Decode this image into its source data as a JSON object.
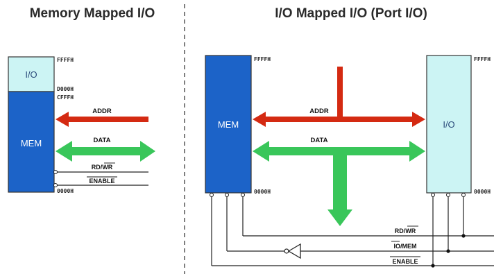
{
  "left": {
    "title": "Memory Mapped I/O",
    "blocks": {
      "io": "I/O",
      "mem": "MEM"
    },
    "addresses": {
      "top": "FFFFH",
      "io_bottom": "D000H",
      "mem_top": "CFFFH",
      "bottom": "0000H"
    },
    "buses": {
      "addr": "ADDR",
      "data": "DATA"
    },
    "signals": {
      "rdwr": "RD/WR",
      "enable": "ENABLE"
    }
  },
  "right": {
    "title": "I/O Mapped I/O (Port I/O)",
    "blocks": {
      "mem": "MEM",
      "io": "I/O"
    },
    "addresses": {
      "mem_top": "FFFFH",
      "mem_bottom": "0000H",
      "io_top": "FFFFH",
      "io_bottom": "0000H"
    },
    "buses": {
      "addr": "ADDR",
      "data": "DATA"
    },
    "signals": {
      "rdwr": "RD/WR",
      "iomem": "IO/MEM",
      "enable": "ENABLE"
    }
  },
  "colors": {
    "mem_fill": "#1c63c8",
    "io_fill": "#ccf4f4",
    "addr_arrow": "#d42a12",
    "data_arrow": "#39c65a",
    "divider": "#555555"
  }
}
